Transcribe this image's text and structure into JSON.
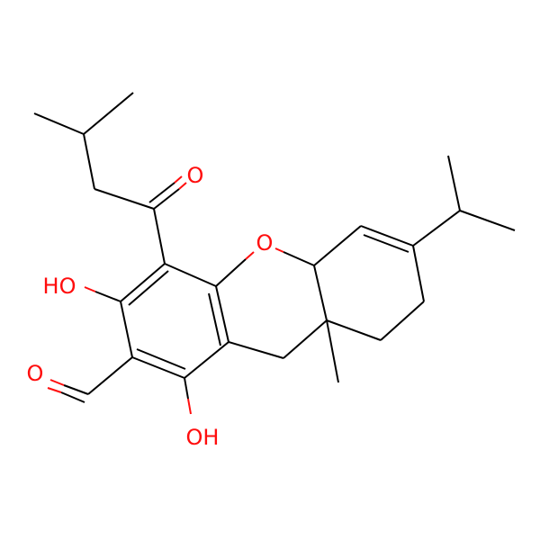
{
  "colors": {
    "background": "#ffffff",
    "bond": "#000000",
    "oxygen": "#ff0d0d"
  },
  "labels": {
    "ring_oxygen": "O",
    "ketone_oxygen": "O",
    "hydroxyl_upper": "HO",
    "hydroxyl_lower": "OH",
    "aldehyde_oxygen": "O"
  }
}
